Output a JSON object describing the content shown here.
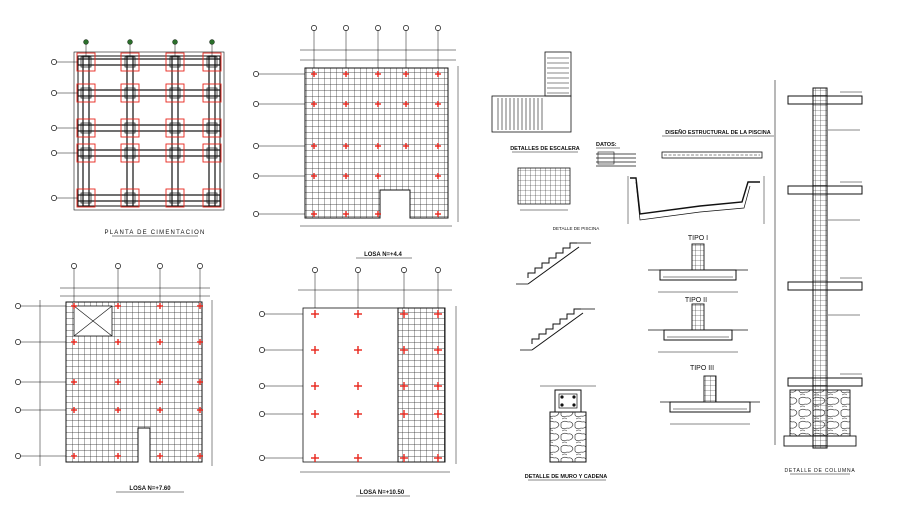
{
  "sheet": {
    "plan_foundation": "PLANTA DE CIMENTACION",
    "roof_slab_1": "LOSA  N=+4.4",
    "roof_slab_2": "LOSA  N=+7.60",
    "roof_slab_3": "LOSA  N=+10.50",
    "stair_detail": "DETALLES DE ESCALERA",
    "data_title": "DATOS:",
    "pool_design": "DISEÑO ESTRUCTURAL DE LA PISCINA",
    "pool_detail": "DETALLE DE PISCINA",
    "type_1": "TIPO  I",
    "type_2": "TIPO  II",
    "type_3": "TIPO  III",
    "wall_foundation": "DETALLE DE MURO Y CADENA",
    "column_detail": "DETALLE DE COLUMNA"
  },
  "colors": {
    "ink": "#111111",
    "marker": "#e8251b",
    "background": "#ffffff"
  }
}
